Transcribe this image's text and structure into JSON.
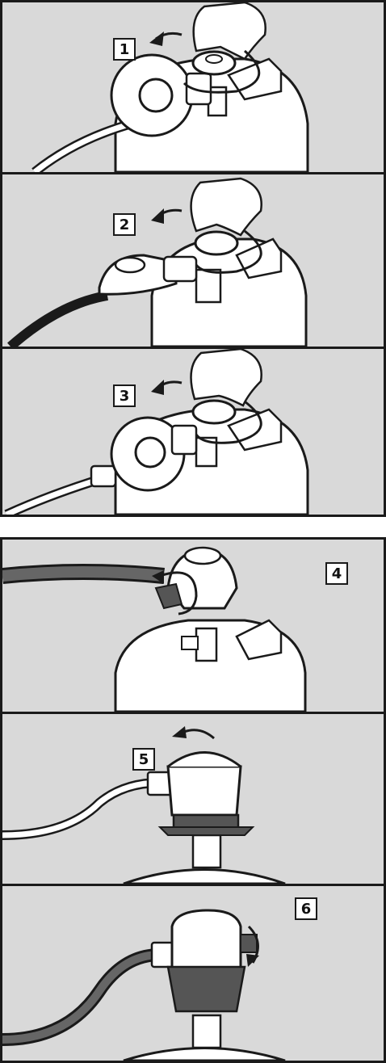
{
  "colors": {
    "panel_bg": "#d9d9d9",
    "frame": "#1a1a1a",
    "white": "#ffffff",
    "dark_part": "#555555"
  },
  "steps": [
    {
      "number": "1"
    },
    {
      "number": "2"
    },
    {
      "number": "3"
    },
    {
      "number": "4"
    },
    {
      "number": "5"
    },
    {
      "number": "6"
    }
  ]
}
